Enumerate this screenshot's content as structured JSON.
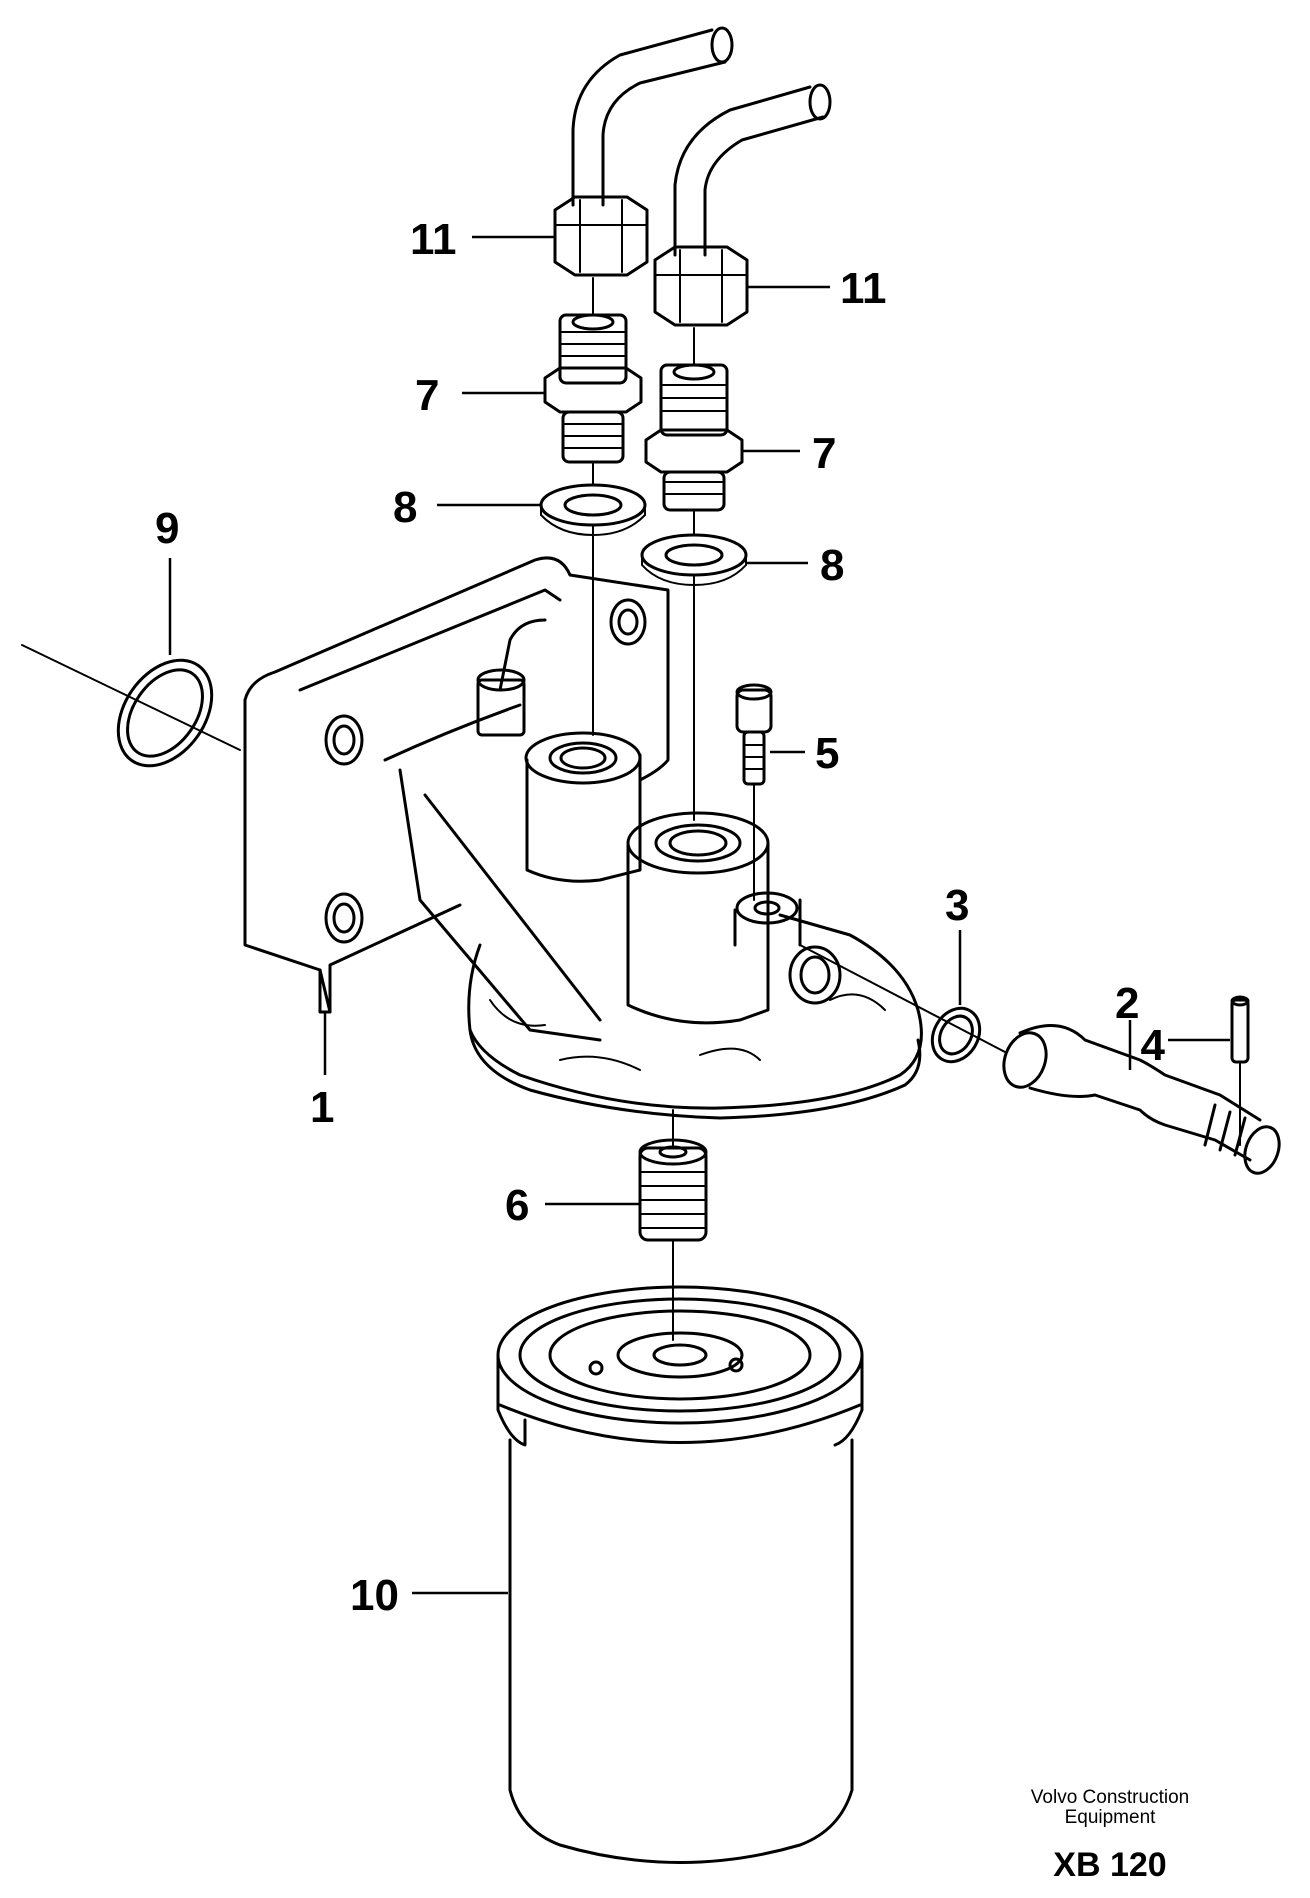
{
  "callouts": {
    "c1": "1",
    "c2": "2",
    "c3": "3",
    "c4": "4",
    "c5": "5",
    "c6": "6",
    "c7a": "7",
    "c7b": "7",
    "c8a": "8",
    "c8b": "8",
    "c9": "9",
    "c10": "10",
    "c11a": "11",
    "c11b": "11"
  },
  "credit": {
    "line1": "Volvo Construction",
    "line2": "Equipment",
    "code": "XB 120"
  }
}
